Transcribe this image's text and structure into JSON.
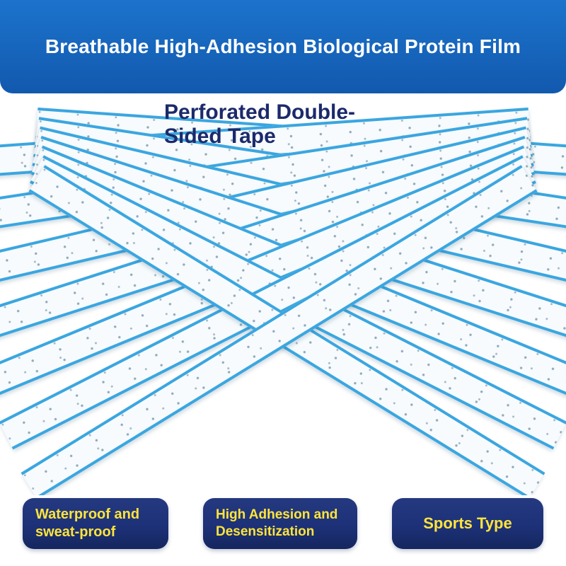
{
  "header": {
    "title": "Breathable High-Adhesion Biological Protein Film"
  },
  "tape_label": {
    "line1": "Perforated Double-",
    "line2": "Sided Tape"
  },
  "tape": {
    "strips_per_fan": 7
  },
  "badges": [
    {
      "lines": [
        "Waterproof and",
        "sweat-proof"
      ]
    },
    {
      "lines": [
        "High Adhesion and",
        "Desensitization"
      ]
    },
    {
      "lines": [
        "Sports Type",
        ""
      ]
    }
  ],
  "colors": {
    "banner_top": "#1c73cc",
    "banner_bottom": "#1259ae",
    "label_text": "#1b2a6b",
    "tape_edge": "#3aa6e0",
    "tape_body": "#f7fbfd",
    "badge_bg": "#1d3178",
    "badge_text": "#ffe43c"
  }
}
